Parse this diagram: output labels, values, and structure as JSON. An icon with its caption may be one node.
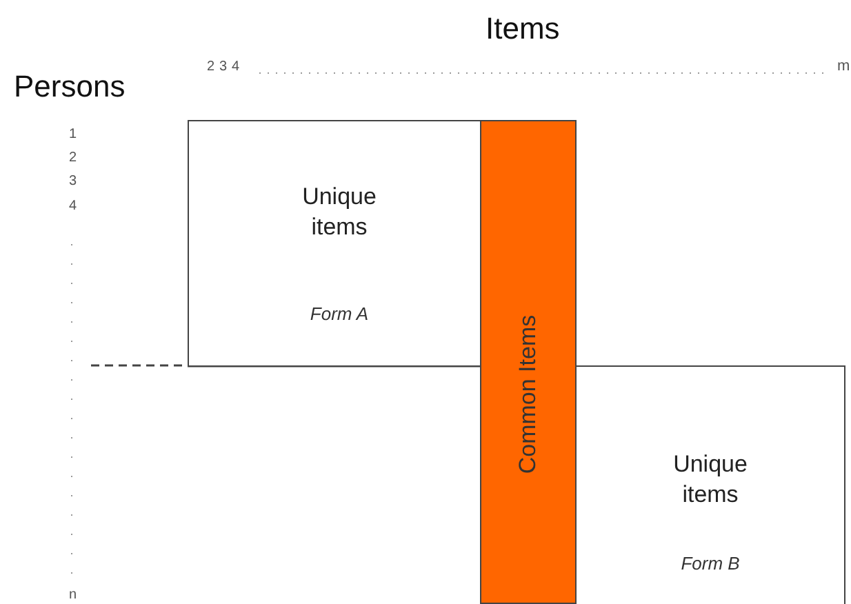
{
  "diagram": {
    "nodes": [
      {
        "text": [
          "Unique items",
          "Form A"
        ]
      },
      {
        "text": [
          "Common Items"
        ]
      },
      {
        "text": [
          "Unique items",
          "Form B"
        ]
      }
    ],
    "edges": [],
    "labels": [
      "Items",
      "2",
      "3",
      "4",
      "m",
      "Persons",
      "1",
      "2",
      "3",
      "4",
      "n"
    ]
  }
}
